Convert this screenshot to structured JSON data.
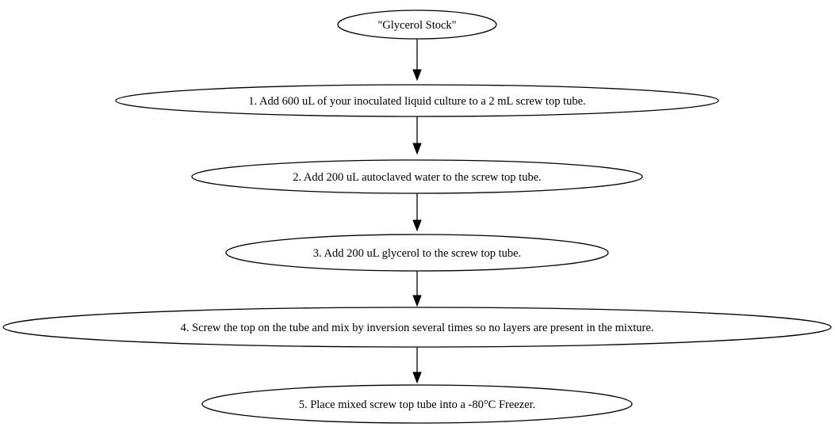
{
  "diagram": {
    "nodes": [
      {
        "id": "start",
        "label": "\"Glycerol Stock\""
      },
      {
        "id": "step1",
        "label": "1. Add 600 uL of your inoculated liquid culture to a 2 mL screw top tube."
      },
      {
        "id": "step2",
        "label": "2. Add 200 uL autoclaved water to the screw top tube."
      },
      {
        "id": "step3",
        "label": "3. Add 200 uL glycerol to the screw top tube."
      },
      {
        "id": "step4",
        "label": "4. Screw the top on the tube and mix by inversion several times so no layers are present in the mixture."
      },
      {
        "id": "step5",
        "label": "5. Place mixed screw top tube into a -80°C Freezer."
      }
    ],
    "edges": [
      {
        "from": "start",
        "to": "step1"
      },
      {
        "from": "step1",
        "to": "step2"
      },
      {
        "from": "step2",
        "to": "step3"
      },
      {
        "from": "step3",
        "to": "step4"
      },
      {
        "from": "step4",
        "to": "step5"
      }
    ]
  }
}
